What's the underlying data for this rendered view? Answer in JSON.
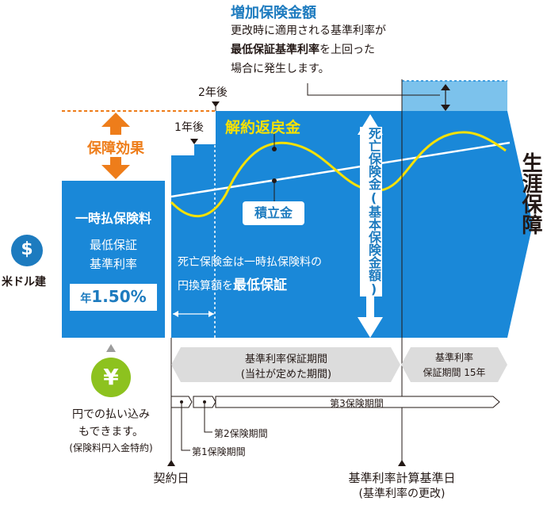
{
  "colors": {
    "blue": "#1a88d8",
    "light_blue": "#7cc2ec",
    "orange": "#ee7d1a",
    "yellow": "#f7e100",
    "green": "#8dc21f",
    "gray_band": "#dcdcdc",
    "label_blue": "#1d7bbf",
    "dark": "#231815"
  },
  "callout": {
    "title": "増加保険金額",
    "line1": "更改時に適用される基準利率が",
    "line2_bold": "最低保証基準利率",
    "line2_rest": "を上回った",
    "line3": "場合に発生します。"
  },
  "markers": {
    "two_years": "2年後",
    "one_year": "1年後"
  },
  "effect": {
    "label": "保障効果"
  },
  "premium_box": {
    "title": "一時払保険料",
    "line1": "最低保証",
    "line2": "基準利率",
    "rate_prefix": "年",
    "rate_value": "1.50%"
  },
  "currency": {
    "dollar_icon": "dollar-sign-icon",
    "usd_label": "米ドル建",
    "yen_icon": "yen-sign-icon"
  },
  "yen_note": {
    "line1": "円での払い込み",
    "line2": "もできます。",
    "line3": "(保険料円入金特約)"
  },
  "surrender_label": "解約返戻金",
  "reserve_label": "積立金",
  "death_benefit_vertical": "死亡保険金(基本保険金額)",
  "death_note": {
    "line1": "死亡保険金は一時払保険料の",
    "line2_rest": "円換算額を",
    "line2_bold": "最低保証"
  },
  "lifetime_label": "生涯保障",
  "guarantee_band": {
    "line1": "基準利率保証期間",
    "line2": "(当社が定めた期間)"
  },
  "guarantee_15": {
    "line1": "基準利率",
    "line2": "保証期間 15年"
  },
  "periods": {
    "third": "第3保険期間",
    "second": "第2保険期間",
    "first": "第1保険期間"
  },
  "bottom": {
    "contract_day": "契約日",
    "base_date_1": "基準利率計算基準日",
    "base_date_2": "(基準利率の更改)"
  }
}
